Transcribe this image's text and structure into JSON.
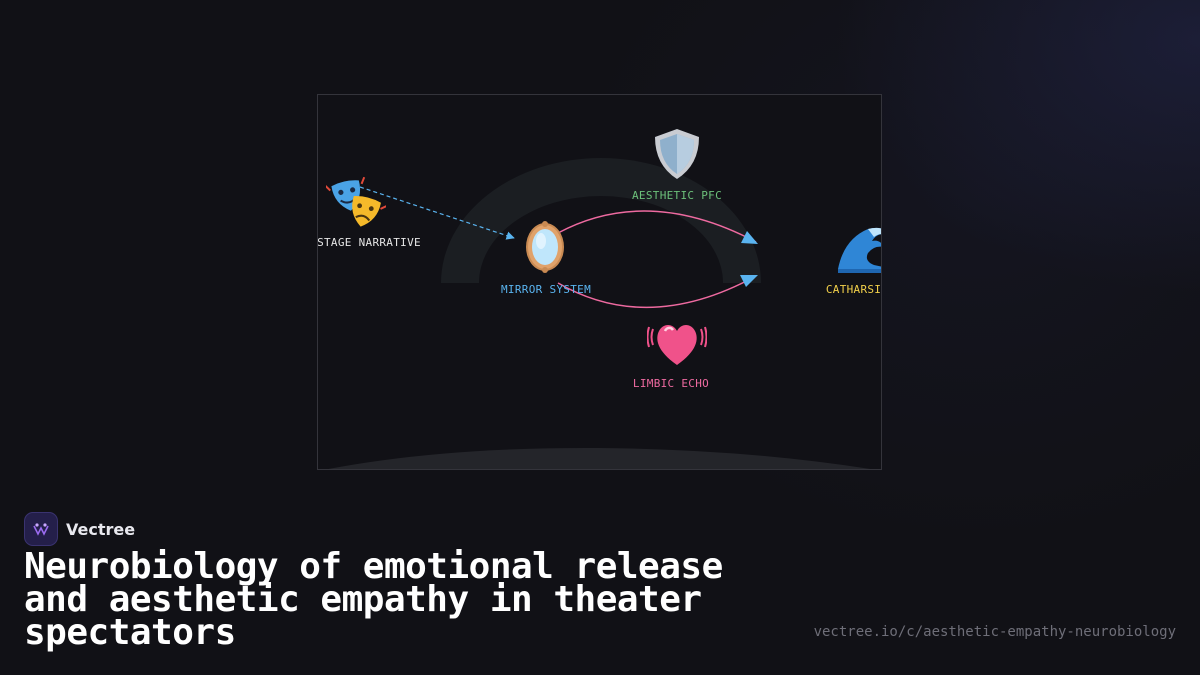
{
  "diagram": {
    "nodes": [
      {
        "id": "stage",
        "label": "STAGE NARRATIVE",
        "icon": "theater-masks-icon",
        "color": "#e6e6e6"
      },
      {
        "id": "mirror",
        "label": "MIRROR SYSTEM",
        "icon": "mirror-icon",
        "color": "#5ab4f0"
      },
      {
        "id": "pfc",
        "label": "AESTHETIC PFC",
        "icon": "shield-icon",
        "color": "#6cc07a"
      },
      {
        "id": "limbic",
        "label": "LIMBIC ECHO",
        "icon": "vibrating-heart-icon",
        "color": "#ee6aa0"
      },
      {
        "id": "catharsis",
        "label": "CATHARSIS",
        "icon": "wave-icon",
        "color": "#f2d04a"
      }
    ],
    "edges": [
      {
        "from": "stage",
        "to": "mirror",
        "style": "dashed",
        "color": "#5ab4f0"
      },
      {
        "from": "mirror",
        "to": "catharsis",
        "via": "pfc",
        "style": "solid",
        "color": "#ee6aa0"
      },
      {
        "from": "mirror",
        "to": "catharsis",
        "via": "limbic",
        "style": "solid",
        "color": "#ee6aa0"
      }
    ],
    "arrowhead_color": "#5ab4f0"
  },
  "brand": {
    "name": "Vectree",
    "logo_icon": "vectree-logo-icon",
    "logo_color": "#9b6cf0"
  },
  "title": "Neurobiology of emotional release and aesthetic empathy in theater spectators",
  "url": "vectree.io/c/aesthetic-empathy-neurobiology"
}
